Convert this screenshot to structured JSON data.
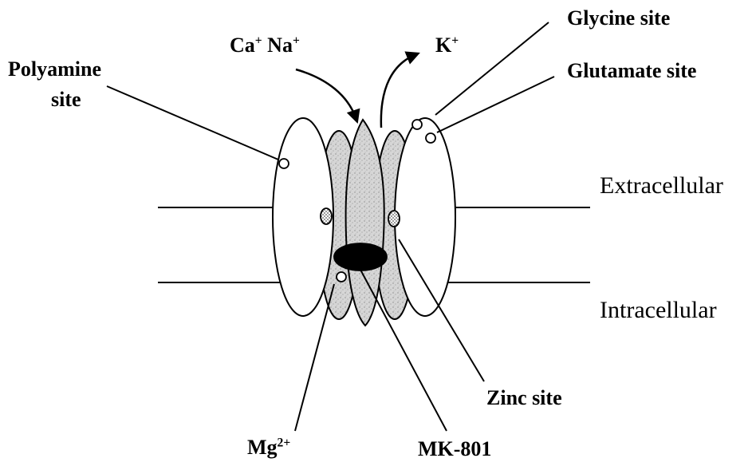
{
  "labels": {
    "polyamine": [
      "Polyamine",
      "site"
    ],
    "ions_in": {
      "ca": "Ca",
      "ca_charge": "+",
      "na": "Na",
      "na_charge": "+"
    },
    "ion_out": {
      "k": "K",
      "k_charge": "+"
    },
    "glycine": "Glycine site",
    "glutamate": "Glutamate site",
    "extracellular": "Extracellular",
    "intracellular": "Intracellular",
    "zinc": "Zinc site",
    "magnesium": {
      "symbol": "Mg",
      "charge": "2+"
    },
    "mk801": "MK-801"
  },
  "colors": {
    "ink": "#000000",
    "background": "#ffffff",
    "pore_fill": "#cfcfcf",
    "zinc_marker": "#777777"
  }
}
